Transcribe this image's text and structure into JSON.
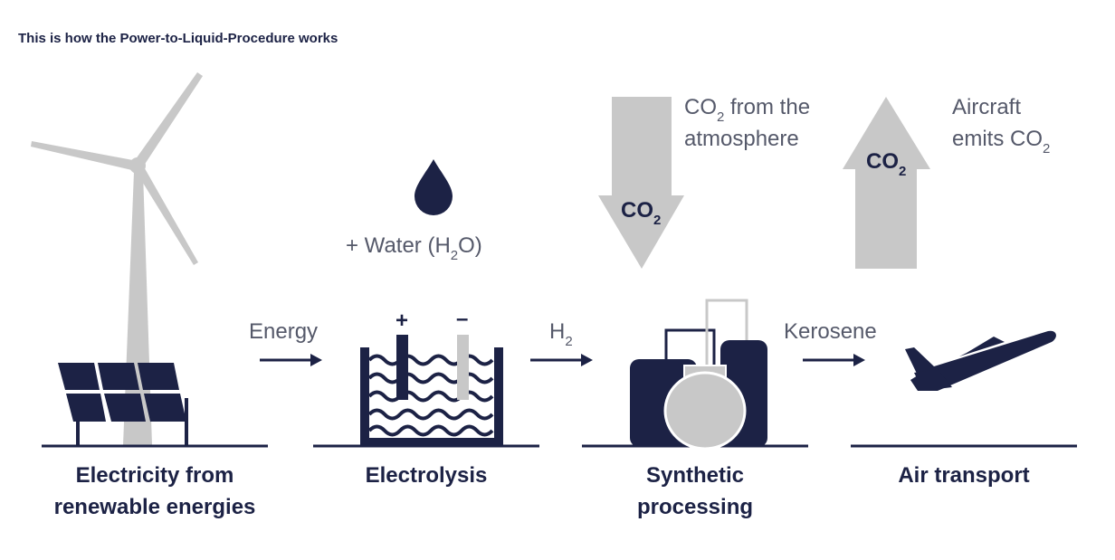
{
  "title": "This is how the Power-to-Liquid-Procedure works",
  "colors": {
    "navy": "#1c2245",
    "gray": "#c8c8c8",
    "text": "#55596a"
  },
  "stages": [
    {
      "line1": "Electricity from",
      "line2": "renewable energies"
    },
    {
      "line1": "Electrolysis"
    },
    {
      "line1": "Synthetic",
      "line2": "processing"
    },
    {
      "line1": "Air transport"
    }
  ],
  "flows": {
    "energy": "Energy",
    "h2": "H",
    "h2_sub": "2",
    "kerosene": "Kerosene"
  },
  "water": {
    "prefix": "+ Water (H",
    "sub": "2",
    "suffix": "O)"
  },
  "co2_in": {
    "line1_pre": "CO",
    "line1_sub": "2",
    "line1_post": " from the",
    "line2": "atmosphere",
    "arrow_main": "CO",
    "arrow_sub": "2"
  },
  "co2_out": {
    "line1": "Aircraft",
    "line2_pre": "emits CO",
    "line2_sub": "2",
    "arrow_main": "CO",
    "arrow_sub": "2"
  },
  "electrodes": {
    "plus": "+",
    "minus": "–"
  },
  "icons": [
    "wind-turbine-icon",
    "solar-panel-icon",
    "water-drop-icon",
    "electrolysis-tank-icon",
    "processing-plant-icon",
    "airplane-icon"
  ]
}
